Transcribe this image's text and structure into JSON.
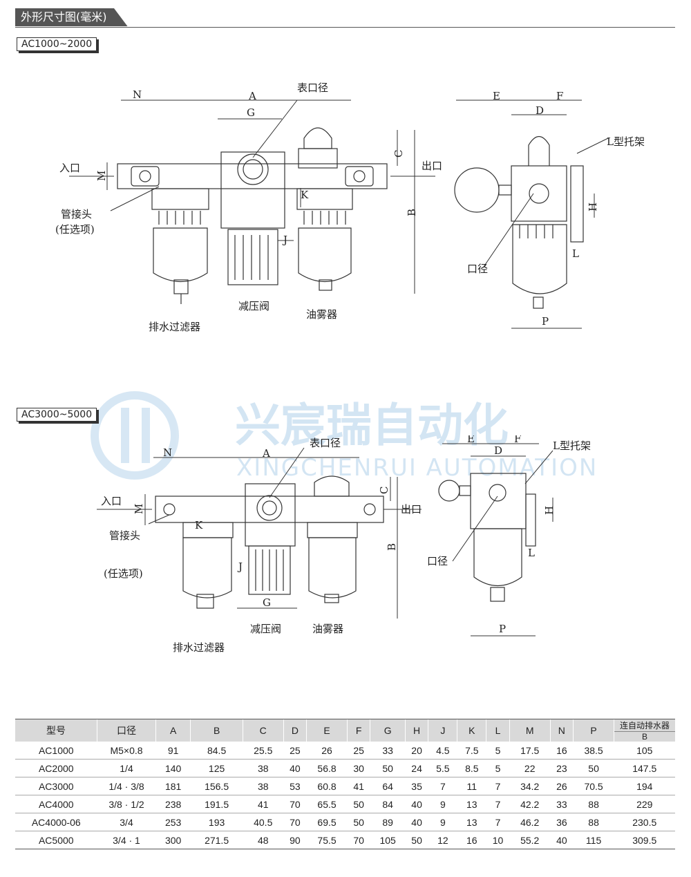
{
  "header": {
    "title": "外形尺寸图(毫米)"
  },
  "section1": {
    "model_range": "AC1000~2000",
    "labels": {
      "N": "N",
      "A": "A",
      "G": "G",
      "gauge_port": "表口径",
      "C": "C",
      "outlet": "出口",
      "inlet": "入口",
      "M": "M",
      "B": "B",
      "K": "K",
      "J": "J",
      "pipe_joint": "管接头",
      "optional": "(任选项)",
      "regulator": "减压阀",
      "lubricator": "油雾器",
      "drain_filter": "排水过滤器",
      "E": "E",
      "F": "F",
      "D": "D",
      "bracket": "L型托架",
      "H": "H",
      "L": "L",
      "port_size": "口径",
      "P": "P"
    }
  },
  "section2": {
    "model_range": "AC3000~5000",
    "labels": {
      "N": "N",
      "A": "A",
      "G": "G",
      "gauge_port": "表口径",
      "C": "C",
      "outlet": "出口",
      "inlet": "入口",
      "M": "M",
      "B": "B",
      "K": "K",
      "J": "J",
      "pipe_joint": "管接头",
      "optional": "(任选项)",
      "regulator": "减压阀",
      "lubricator": "油雾器",
      "drain_filter": "排水过滤器",
      "E": "E",
      "F": "F",
      "D": "D",
      "bracket": "L型托架",
      "H": "H",
      "L": "L",
      "port_size": "口径",
      "P": "P"
    }
  },
  "watermark": {
    "cn": "兴宸瑞自动化",
    "en": "XINGCHENRUI AUTOMATION"
  },
  "table": {
    "headers": [
      "型号",
      "口径",
      "A",
      "B",
      "C",
      "D",
      "E",
      "F",
      "G",
      "H",
      "J",
      "K",
      "L",
      "M",
      "N",
      "P",
      "连自动排水器"
    ],
    "sub_header": "B",
    "rows": [
      [
        "AC1000",
        "M5×0.8",
        "91",
        "84.5",
        "25.5",
        "25",
        "26",
        "25",
        "33",
        "20",
        "4.5",
        "7.5",
        "5",
        "17.5",
        "16",
        "38.5",
        "105"
      ],
      [
        "AC2000",
        "1/4",
        "140",
        "125",
        "38",
        "40",
        "56.8",
        "30",
        "50",
        "24",
        "5.5",
        "8.5",
        "5",
        "22",
        "23",
        "50",
        "147.5"
      ],
      [
        "AC3000",
        "1/4 · 3/8",
        "181",
        "156.5",
        "38",
        "53",
        "60.8",
        "41",
        "64",
        "35",
        "7",
        "11",
        "7",
        "34.2",
        "26",
        "70.5",
        "194"
      ],
      [
        "AC4000",
        "3/8 · 1/2",
        "238",
        "191.5",
        "41",
        "70",
        "65.5",
        "50",
        "84",
        "40",
        "9",
        "13",
        "7",
        "42.2",
        "33",
        "88",
        "229"
      ],
      [
        "AC4000-06",
        "3/4",
        "253",
        "193",
        "40.5",
        "70",
        "69.5",
        "50",
        "89",
        "40",
        "9",
        "13",
        "7",
        "46.2",
        "36",
        "88",
        "230.5"
      ],
      [
        "AC5000",
        "3/4 · 1",
        "300",
        "271.5",
        "48",
        "90",
        "75.5",
        "70",
        "105",
        "50",
        "12",
        "16",
        "10",
        "55.2",
        "40",
        "115",
        "309.5"
      ]
    ]
  }
}
